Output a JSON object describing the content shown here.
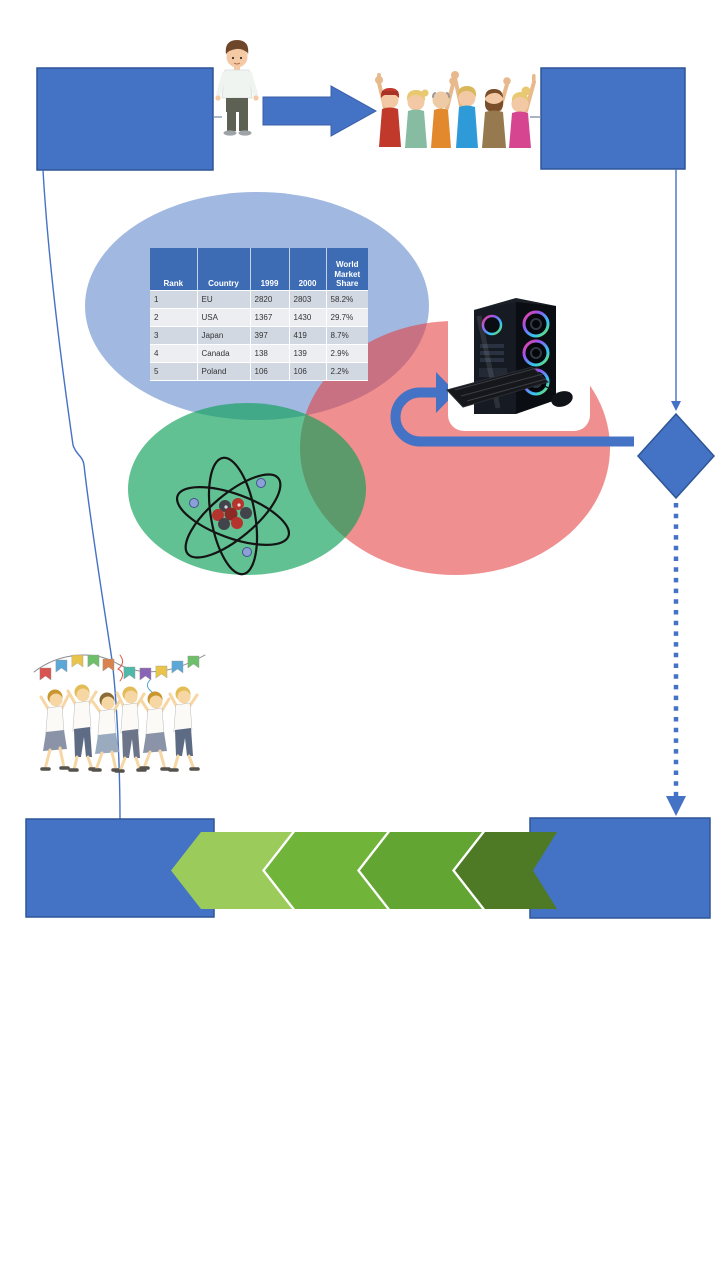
{
  "palette": {
    "accent_blue": "#4472C4",
    "accent_blue_border": "#2F5597",
    "venn_blue": "#97A9DE",
    "venn_red": "#EB8F8F",
    "venn_green": "#5DBF8F",
    "chevron_greens": [
      "#9ACB5B",
      "#70B43A",
      "#62A532",
      "#4E7A26"
    ],
    "table_header_bg": "#3D6CB5",
    "table_band_odd": "#D2D8E2",
    "table_band_even": "#ECEEF2"
  },
  "icons": {
    "person": "standing-man-clipart",
    "crowd": "cheering-crowd-clipart",
    "arrow_right": "right-arrow",
    "computer": "gaming-pc-clipart",
    "atom": "atom-clipart",
    "party": "office-party-clipart",
    "diamond": "decision-diamond",
    "chevrons": "left-chevron-arrows",
    "dashed_arrow": "dashed-down-arrow",
    "uturn_arrow": "u-turn-arrow"
  },
  "venn": {
    "table": {
      "columns": [
        "Rank",
        "Country",
        "1999",
        "2000",
        "World Market Share"
      ],
      "rows": [
        {
          "rank": "1",
          "country": "EU",
          "y1999": "2820",
          "y2000": "2803",
          "share": "58.2%"
        },
        {
          "rank": "2",
          "country": "USA",
          "y1999": "1367",
          "y2000": "1430",
          "share": "29.7%"
        },
        {
          "rank": "3",
          "country": "Japan",
          "y1999": "397",
          "y2000": "419",
          "share": "8.7%"
        },
        {
          "rank": "4",
          "country": "Canada",
          "y1999": "138",
          "y2000": "139",
          "share": "2.9%"
        },
        {
          "rank": "5",
          "country": "Poland",
          "y1999": "106",
          "y2000": "106",
          "share": "2.2%"
        }
      ]
    }
  }
}
